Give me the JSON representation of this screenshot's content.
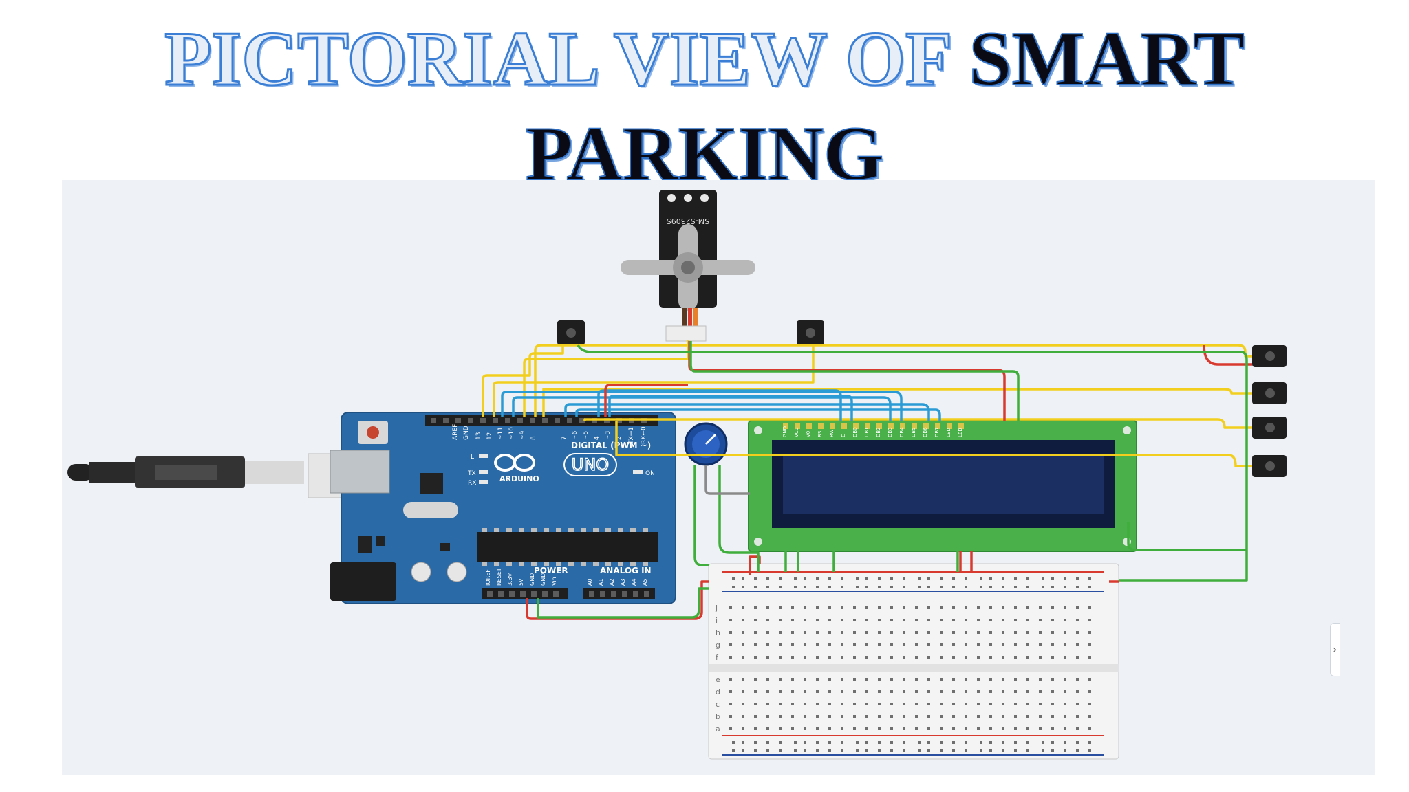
{
  "title": {
    "line1_outline": "PICTORIAL VIEW OF ",
    "line1_solid": "SMART",
    "line2": "PARKING"
  },
  "arduino": {
    "brand": "ARDUINO",
    "model": "UNO",
    "digital_label": "DIGITAL (PWM ~)",
    "power_label": "POWER",
    "analog_label": "ANALOG IN",
    "aref": "AREF",
    "gnd": "GND",
    "digital_pins": [
      "13",
      "12",
      "~11",
      "~10",
      "~9",
      "8",
      "7",
      "~6",
      "~5",
      "4",
      "~3",
      "2",
      "TX→1",
      "RX←0"
    ],
    "power_pins": [
      "IOREF",
      "RESET",
      "3.3V",
      "5V",
      "GND",
      "GND",
      "Vin"
    ],
    "analog_pins": [
      "A0",
      "A1",
      "A2",
      "A3",
      "A4",
      "A5"
    ],
    "led_labels": [
      "L",
      "TX",
      "RX",
      "ON"
    ]
  },
  "servo": {
    "model": "SM-S2309S"
  },
  "lcd": {
    "pins": [
      "GND",
      "VCC",
      "V0",
      "RS",
      "RW",
      "E",
      "DB0",
      "DB1",
      "DB2",
      "DB3",
      "DB4",
      "DB5",
      "DB6",
      "DB7",
      "LED",
      "LED"
    ]
  },
  "breadboard": {
    "row_letters_top": [
      "j",
      "i",
      "h",
      "g",
      "f"
    ],
    "row_letters_bottom": [
      "e",
      "d",
      "c",
      "b",
      "a"
    ]
  },
  "colors": {
    "wire_yellow": "#f2cf1f",
    "wire_blue": "#2a9bd4",
    "wire_green": "#3fae3c",
    "wire_red": "#d93a30",
    "wire_gray": "#8a8a8a",
    "arduino_board": "#2a6aa6",
    "lcd_board": "#49b04a",
    "lcd_screen": "#1b2f63",
    "title_outline": "#3a7fd5"
  }
}
